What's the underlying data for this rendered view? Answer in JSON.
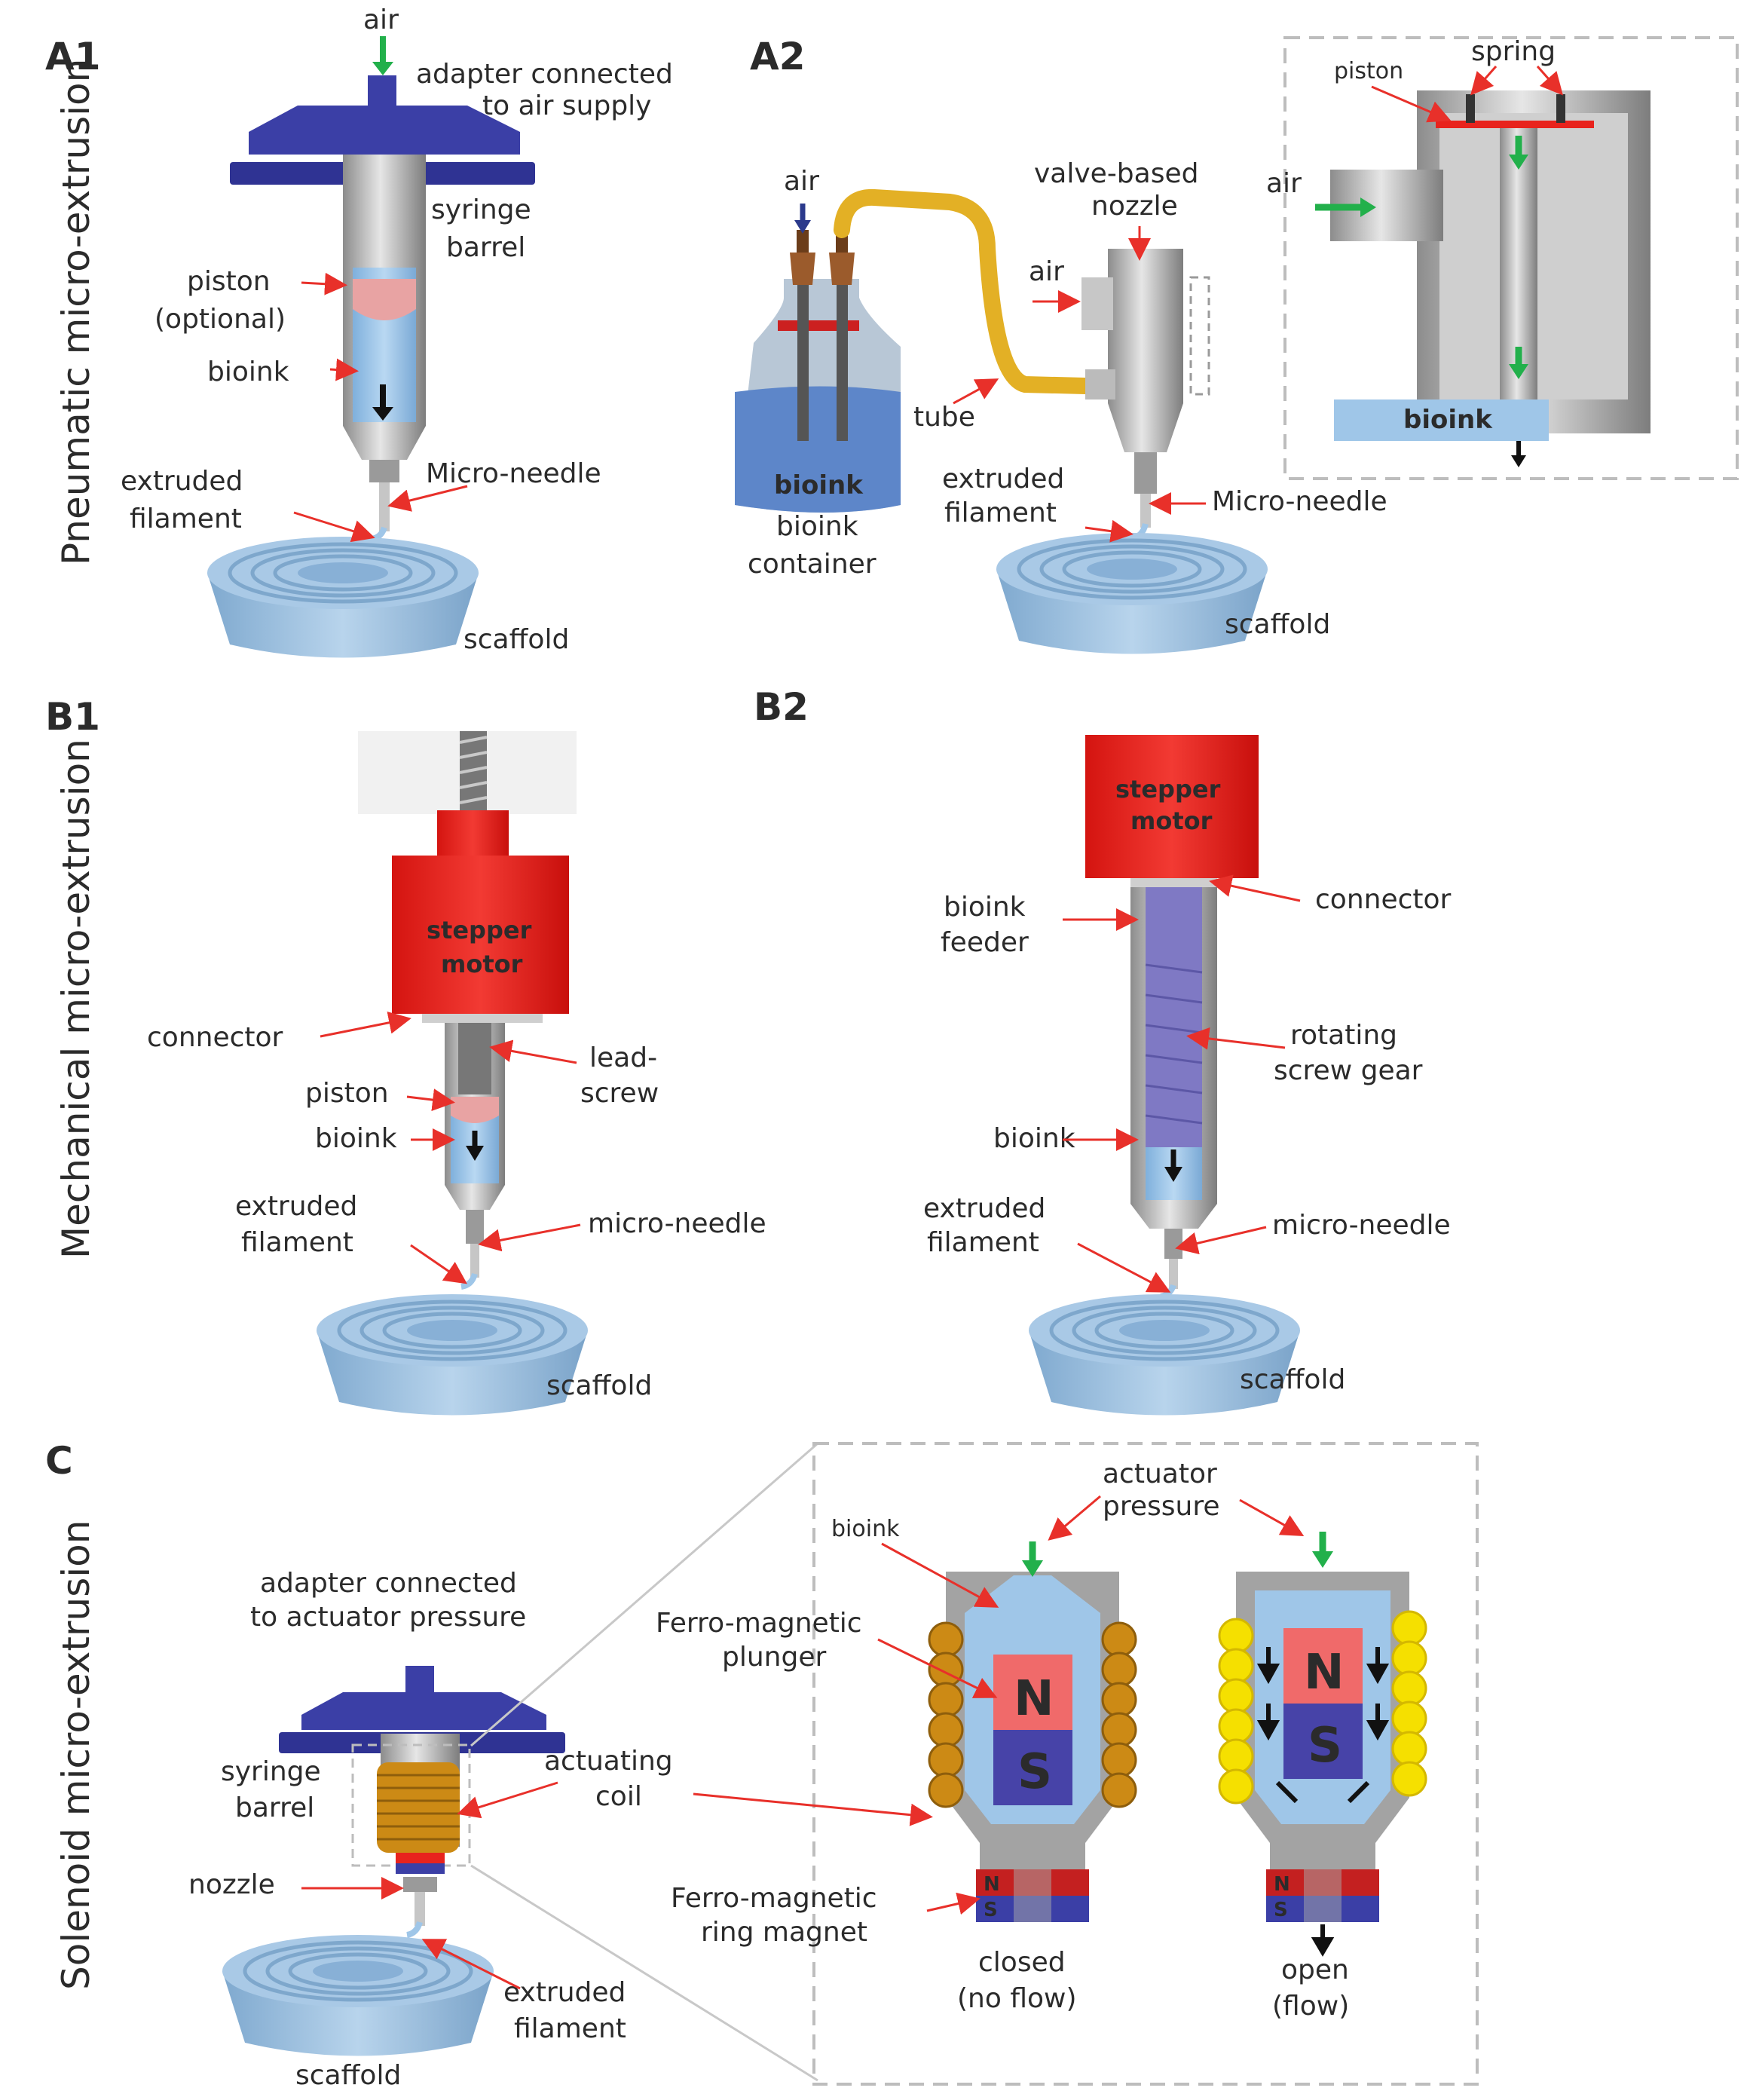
{
  "panels": {
    "a1": "A1",
    "a2": "A2",
    "b1": "B1",
    "b2": "B2",
    "c": "C"
  },
  "side_labels": {
    "pneumatic": "Pneumatic micro-extrusion",
    "mechanical": "Mechanical micro-extrusion",
    "solenoid": "Solenoid micro-extrusion"
  },
  "a1": {
    "air": "air",
    "adapter_1": "adapter connected",
    "adapter_2": "to air supply",
    "syringe_1": "syringe",
    "syringe_2": "barrel",
    "piston_1": "piston",
    "piston_2": "(optional)",
    "bioink": "bioink",
    "micro_needle": "Micro-needle",
    "extruded_1": "extruded",
    "extruded_2": "filament",
    "scaffold": "scaffold"
  },
  "a2": {
    "air_top": "air",
    "valve_1": "valve-based",
    "valve_2": "nozzle",
    "air_side": "air",
    "tube": "tube",
    "bioink_in": "bioink",
    "container_1": "bioink",
    "container_2": "container",
    "extruded_1": "extruded",
    "extruded_2": "filament",
    "micro_needle": "Micro-needle",
    "scaffold": "scaffold",
    "inset_piston": "piston",
    "inset_spring": "spring",
    "inset_air": "air",
    "inset_bioink": "bioink"
  },
  "b1": {
    "motor_1": "stepper",
    "motor_2": "motor",
    "connector": "connector",
    "lead_1": "lead-",
    "lead_2": "screw",
    "piston": "piston",
    "bioink": "bioink",
    "extruded_1": "extruded",
    "extruded_2": "filament",
    "micro_needle": "micro-needle",
    "scaffold": "scaffold"
  },
  "b2": {
    "motor_1": "stepper",
    "motor_2": "motor",
    "connector": "connector",
    "feeder_1": "bioink",
    "feeder_2": "feeder",
    "gear_1": "rotating",
    "gear_2": "screw gear",
    "bioink": "bioink",
    "extruded_1": "extruded",
    "extruded_2": "filament",
    "micro_needle": "micro-needle",
    "scaffold": "scaffold"
  },
  "c": {
    "adapter_1": "adapter connected",
    "adapter_2": "to actuator pressure",
    "syringe_1": "syringe",
    "syringe_2": "barrel",
    "coil_1": "actuating",
    "coil_2": "coil",
    "nozzle": "nozzle",
    "extruded_1": "extruded",
    "extruded_2": "filament",
    "scaffold": "scaffold",
    "bioink": "bioink",
    "actuator_1": "actuator",
    "actuator_2": "pressure",
    "plunger_1": "Ferro-magnetic",
    "plunger_2": "plunger",
    "ring_1": "Ferro-magnetic",
    "ring_2": "ring magnet",
    "closed_1": "closed",
    "closed_2": "(no flow)",
    "open_1": "open",
    "open_2": "(flow)",
    "north": "N",
    "south": "S"
  },
  "colors": {
    "blue_adapter": "#3b3fa6",
    "bioink": "#9fc6e8",
    "motor_red": "#e8231d",
    "piston_pink": "#e8a3a3",
    "tube_yellow": "#e3b025",
    "arrow_green": "#22b04b",
    "arrow_red": "#e8302a",
    "coil_orange": "#cc8a15",
    "coil_yellow": "#f5e000"
  }
}
